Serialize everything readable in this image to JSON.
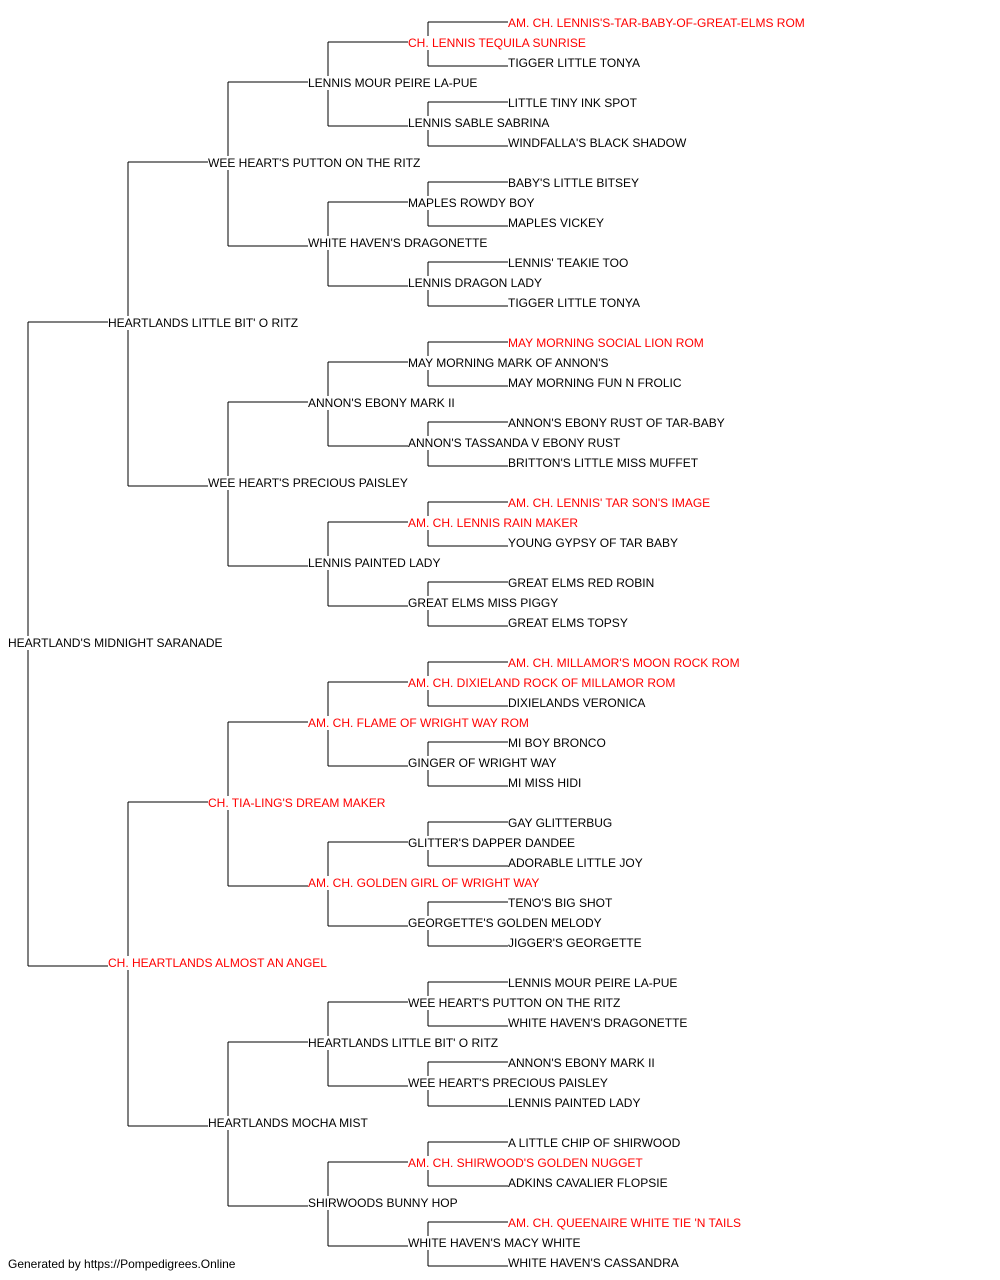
{
  "subject": {
    "name": "HEARTLAND'S MIDNIGHT SARANADE",
    "champion": false
  },
  "generation_1": [
    {
      "name": "HEARTLANDS LITTLE BIT' O RITZ",
      "champion": false
    },
    {
      "name": "CH. HEARTLANDS ALMOST AN ANGEL",
      "champion": true
    }
  ],
  "generation_2": [
    {
      "name": "WEE HEART'S PUTTON ON THE RITZ",
      "champion": false
    },
    {
      "name": "WEE HEART'S PRECIOUS PAISLEY",
      "champion": false
    },
    {
      "name": "CH. TIA-LING'S DREAM MAKER",
      "champion": true
    },
    {
      "name": "HEARTLANDS MOCHA MIST",
      "champion": false
    }
  ],
  "generation_3": [
    {
      "name": "LENNIS MOUR PEIRE LA-PUE",
      "champion": false
    },
    {
      "name": "WHITE HAVEN'S DRAGONETTE",
      "champion": false
    },
    {
      "name": "ANNON'S EBONY MARK II",
      "champion": false
    },
    {
      "name": "LENNIS PAINTED LADY",
      "champion": false
    },
    {
      "name": "AM. CH. FLAME OF WRIGHT WAY ROM",
      "champion": true
    },
    {
      "name": "AM. CH. GOLDEN GIRL OF WRIGHT WAY",
      "champion": true
    },
    {
      "name": "HEARTLANDS LITTLE BIT' O RITZ",
      "champion": false
    },
    {
      "name": "SHIRWOODS BUNNY HOP",
      "champion": false
    }
  ],
  "generation_4": [
    {
      "name": "CH. LENNIS TEQUILA SUNRISE",
      "champion": true
    },
    {
      "name": "LENNIS SABLE SABRINA",
      "champion": false
    },
    {
      "name": "MAPLES ROWDY BOY",
      "champion": false
    },
    {
      "name": "LENNIS DRAGON LADY",
      "champion": false
    },
    {
      "name": "MAY MORNING MARK OF ANNON'S",
      "champion": false
    },
    {
      "name": "ANNON'S TASSANDA V EBONY RUST",
      "champion": false
    },
    {
      "name": "AM. CH. LENNIS RAIN MAKER",
      "champion": true
    },
    {
      "name": "GREAT ELMS MISS PIGGY",
      "champion": false
    },
    {
      "name": "AM. CH. DIXIELAND ROCK OF MILLAMOR ROM",
      "champion": true
    },
    {
      "name": "GINGER OF WRIGHT WAY",
      "champion": false
    },
    {
      "name": "GLITTER'S DAPPER DANDEE",
      "champion": false
    },
    {
      "name": "GEORGETTE'S GOLDEN MELODY",
      "champion": false
    },
    {
      "name": "WEE HEART'S PUTTON ON THE RITZ",
      "champion": false
    },
    {
      "name": "WEE HEART'S PRECIOUS PAISLEY",
      "champion": false
    },
    {
      "name": "AM. CH. SHIRWOOD'S GOLDEN NUGGET",
      "champion": true
    },
    {
      "name": "WHITE HAVEN'S MACY WHITE",
      "champion": false
    }
  ],
  "generation_5": [
    {
      "name": "AM. CH. LENNIS'S-TAR-BABY-OF-GREAT-ELMS ROM",
      "champion": true
    },
    {
      "name": "TIGGER LITTLE TONYA",
      "champion": false
    },
    {
      "name": "LITTLE TINY INK SPOT",
      "champion": false
    },
    {
      "name": "WINDFALLA'S BLACK SHADOW",
      "champion": false
    },
    {
      "name": "BABY'S LITTLE BITSEY",
      "champion": false
    },
    {
      "name": "MAPLES VICKEY",
      "champion": false
    },
    {
      "name": "LENNIS' TEAKIE TOO",
      "champion": false
    },
    {
      "name": "TIGGER LITTLE TONYA",
      "champion": false
    },
    {
      "name": "MAY MORNING SOCIAL LION ROM",
      "champion": true
    },
    {
      "name": "MAY MORNING FUN N FROLIC",
      "champion": false
    },
    {
      "name": "ANNON'S EBONY RUST OF TAR-BABY",
      "champion": false
    },
    {
      "name": "BRITTON'S LITTLE MISS MUFFET",
      "champion": false
    },
    {
      "name": "AM. CH. LENNIS' TAR SON'S IMAGE",
      "champion": true
    },
    {
      "name": "YOUNG GYPSY OF TAR BABY",
      "champion": false
    },
    {
      "name": "GREAT ELMS RED ROBIN",
      "champion": false
    },
    {
      "name": "GREAT ELMS TOPSY",
      "champion": false
    },
    {
      "name": "AM. CH. MILLAMOR'S MOON ROCK ROM",
      "champion": true
    },
    {
      "name": "DIXIELANDS VERONICA",
      "champion": false
    },
    {
      "name": "MI BOY BRONCO",
      "champion": false
    },
    {
      "name": "MI MISS HIDI",
      "champion": false
    },
    {
      "name": "GAY GLITTERBUG",
      "champion": false
    },
    {
      "name": "ADORABLE LITTLE JOY",
      "champion": false
    },
    {
      "name": "TENO'S BIG SHOT",
      "champion": false
    },
    {
      "name": "JIGGER'S GEORGETTE",
      "champion": false
    },
    {
      "name": "LENNIS MOUR PEIRE LA-PUE",
      "champion": false
    },
    {
      "name": "WHITE HAVEN'S DRAGONETTE",
      "champion": false
    },
    {
      "name": "ANNON'S EBONY MARK II",
      "champion": false
    },
    {
      "name": "LENNIS PAINTED LADY",
      "champion": false
    },
    {
      "name": "A LITTLE CHIP OF SHIRWOOD",
      "champion": false
    },
    {
      "name": "ADKINS CAVALIER FLOPSIE",
      "champion": false
    },
    {
      "name": "AM. CH. QUEENAIRE WHITE TIE 'N TAILS",
      "champion": true
    },
    {
      "name": "WHITE HAVEN'S CASSANDRA",
      "champion": false
    }
  ],
  "colors": {
    "champion": "#ff0000",
    "regular": "#000000",
    "lines": "#000000"
  },
  "footer": "Generated by https://Pompedigrees.Online"
}
